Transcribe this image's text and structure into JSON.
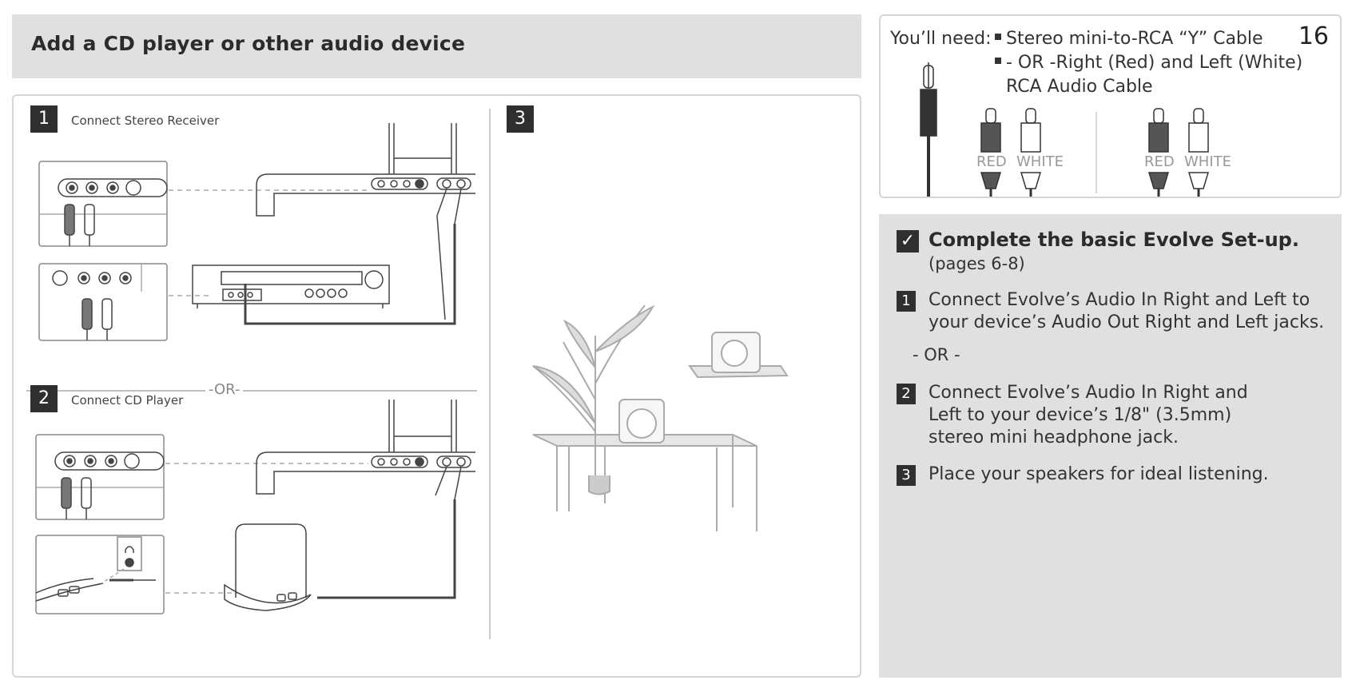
{
  "header": {
    "title": "Add a CD player or other audio device"
  },
  "diagram": {
    "step1": {
      "number": "1",
      "caption": "Connect Stereo Receiver"
    },
    "or_divider": "-OR-",
    "step2": {
      "number": "2",
      "caption": "Connect CD Player"
    },
    "step3": {
      "number": "3"
    }
  },
  "needs": {
    "label": "You’ll need:",
    "items": [
      "Stereo mini-to-RCA “Y” Cable",
      "- OR -Right (Red) and Left (White)"
    ],
    "item_continuation": "RCA Audio Cable",
    "page_number": "16",
    "plug_labels": [
      "RED",
      "WHITE",
      "RED",
      "WHITE"
    ]
  },
  "instructions": {
    "check_title": "Complete the basic Evolve Set-up.",
    "check_subtitle": "(pages 6-8)",
    "steps": [
      {
        "number": "1",
        "text": "Connect Evolve’s Audio In Right and Left to your device’s Audio Out Right and Left jacks."
      },
      {
        "number": "2",
        "text": "Connect Evolve’s Audio In Right and Left to your device’s 1/8\" (3.5mm) stereo mini headphone jack."
      },
      {
        "number": "3",
        "text": "Place your speakers for ideal listening."
      }
    ],
    "or_text": "- OR -"
  },
  "colors": {
    "panel_gray": "#e0e0e1",
    "badge_dark": "#2f2f2f",
    "border": "#d6d6d6"
  }
}
